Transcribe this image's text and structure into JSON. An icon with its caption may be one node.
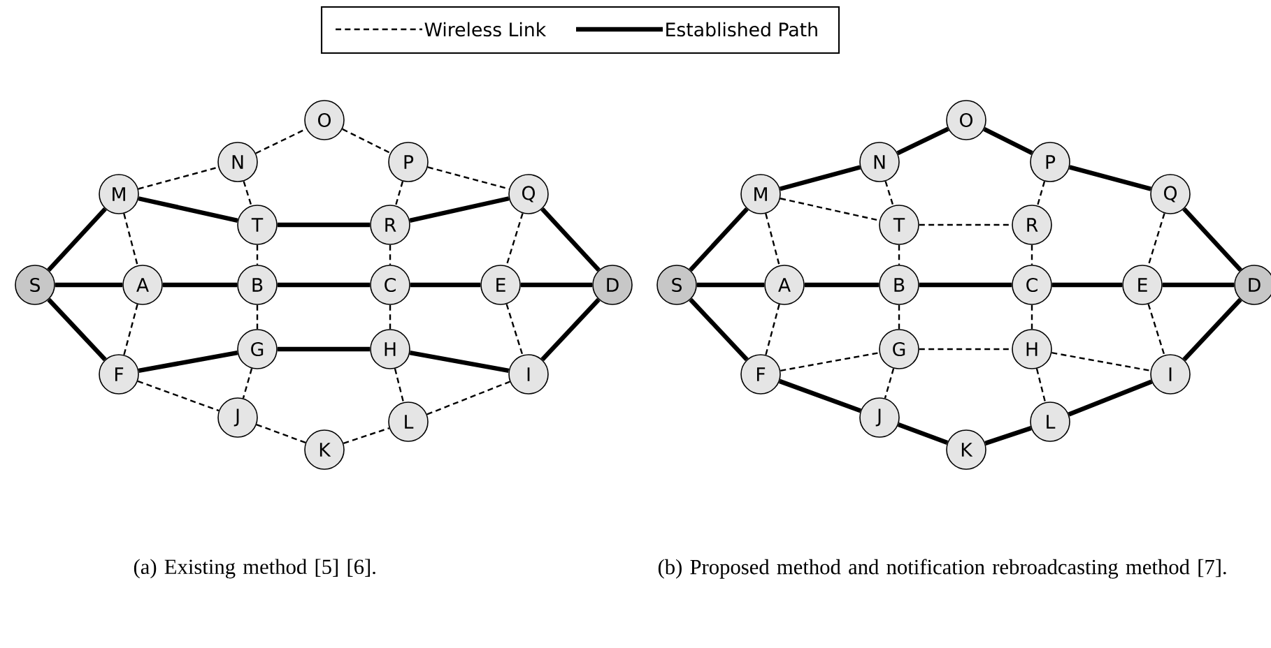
{
  "diagram": {
    "nodes": [
      {
        "text": [
          "O"
        ]
      },
      {
        "text": [
          "N"
        ]
      },
      {
        "text": [
          "P"
        ]
      },
      {
        "text": [
          "M"
        ]
      },
      {
        "text": [
          "Q"
        ]
      },
      {
        "text": [
          "T"
        ]
      },
      {
        "text": [
          "R"
        ]
      },
      {
        "text": [
          "S"
        ]
      },
      {
        "text": [
          "A"
        ]
      },
      {
        "text": [
          "B"
        ]
      },
      {
        "text": [
          "C"
        ]
      },
      {
        "text": [
          "E"
        ]
      },
      {
        "text": [
          "D"
        ]
      },
      {
        "text": [
          "G"
        ]
      },
      {
        "text": [
          "H"
        ]
      },
      {
        "text": [
          "F"
        ]
      },
      {
        "text": [
          "I"
        ]
      },
      {
        "text": [
          "J"
        ]
      },
      {
        "text": [
          "L"
        ]
      },
      {
        "text": [
          "K"
        ]
      },
      {
        "text": [
          "O"
        ]
      },
      {
        "text": [
          "N"
        ]
      },
      {
        "text": [
          "P"
        ]
      },
      {
        "text": [
          "M"
        ]
      },
      {
        "text": [
          "Q"
        ]
      },
      {
        "text": [
          "T"
        ]
      },
      {
        "text": [
          "R"
        ]
      },
      {
        "text": [
          "S"
        ]
      },
      {
        "text": [
          "A"
        ]
      },
      {
        "text": [
          "B"
        ]
      },
      {
        "text": [
          "C"
        ]
      },
      {
        "text": [
          "E"
        ]
      },
      {
        "text": [
          "D"
        ]
      },
      {
        "text": [
          "G"
        ]
      },
      {
        "text": [
          "H"
        ]
      },
      {
        "text": [
          "F"
        ]
      },
      {
        "text": [
          "I"
        ]
      },
      {
        "text": [
          "J"
        ]
      },
      {
        "text": [
          "L"
        ]
      },
      {
        "text": [
          "K"
        ]
      }
    ],
    "edges": [
      {
        "from": 1,
        "to": 0,
        "arrow": "none",
        "style": "dashed"
      },
      {
        "from": 0,
        "to": 2,
        "arrow": "none",
        "style": "dashed"
      },
      {
        "from": 3,
        "to": 1,
        "arrow": "none",
        "style": "dashed"
      },
      {
        "from": 2,
        "to": 4,
        "arrow": "none",
        "style": "dashed"
      },
      {
        "from": 1,
        "to": 5,
        "arrow": "none",
        "style": "dashed"
      },
      {
        "from": 2,
        "to": 6,
        "arrow": "none",
        "style": "dashed"
      },
      {
        "from": 7,
        "to": 3,
        "arrow": "none",
        "style": "thick"
      },
      {
        "from": 3,
        "to": 5,
        "arrow": "none",
        "style": "thick"
      },
      {
        "from": 5,
        "to": 6,
        "arrow": "none",
        "style": "thick"
      },
      {
        "from": 6,
        "to": 4,
        "arrow": "none",
        "style": "thick"
      },
      {
        "from": 4,
        "to": 12,
        "arrow": "none",
        "style": "thick"
      },
      {
        "from": 3,
        "to": 8,
        "arrow": "none",
        "style": "dashed"
      },
      {
        "from": 5,
        "to": 9,
        "arrow": "none",
        "style": "dashed"
      },
      {
        "from": 6,
        "to": 10,
        "arrow": "none",
        "style": "dashed"
      },
      {
        "from": 4,
        "to": 11,
        "arrow": "none",
        "style": "dashed"
      },
      {
        "from": 7,
        "to": 8,
        "arrow": "none",
        "style": "thick"
      },
      {
        "from": 8,
        "to": 9,
        "arrow": "none",
        "style": "thick"
      },
      {
        "from": 9,
        "to": 10,
        "arrow": "none",
        "style": "thick"
      },
      {
        "from": 10,
        "to": 11,
        "arrow": "none",
        "style": "thick"
      },
      {
        "from": 11,
        "to": 12,
        "arrow": "none",
        "style": "thick"
      },
      {
        "from": 8,
        "to": 15,
        "arrow": "none",
        "style": "dashed"
      },
      {
        "from": 9,
        "to": 13,
        "arrow": "none",
        "style": "dashed"
      },
      {
        "from": 10,
        "to": 14,
        "arrow": "none",
        "style": "dashed"
      },
      {
        "from": 11,
        "to": 16,
        "arrow": "none",
        "style": "dashed"
      },
      {
        "from": 7,
        "to": 15,
        "arrow": "none",
        "style": "thick"
      },
      {
        "from": 15,
        "to": 13,
        "arrow": "none",
        "style": "thick"
      },
      {
        "from": 13,
        "to": 14,
        "arrow": "none",
        "style": "thick"
      },
      {
        "from": 14,
        "to": 16,
        "arrow": "none",
        "style": "thick"
      },
      {
        "from": 16,
        "to": 12,
        "arrow": "none",
        "style": "thick"
      },
      {
        "from": 13,
        "to": 17,
        "arrow": "none",
        "style": "dashed"
      },
      {
        "from": 14,
        "to": 18,
        "arrow": "none",
        "style": "dashed"
      },
      {
        "from": 15,
        "to": 17,
        "arrow": "none",
        "style": "dashed"
      },
      {
        "from": 17,
        "to": 19,
        "arrow": "none",
        "style": "dashed"
      },
      {
        "from": 19,
        "to": 18,
        "arrow": "none",
        "style": "dashed"
      },
      {
        "from": 18,
        "to": 16,
        "arrow": "none",
        "style": "dashed"
      },
      {
        "from": 21,
        "to": 20,
        "arrow": "none",
        "style": "thick"
      },
      {
        "from": 20,
        "to": 22,
        "arrow": "none",
        "style": "thick"
      },
      {
        "from": 23,
        "to": 21,
        "arrow": "none",
        "style": "thick"
      },
      {
        "from": 22,
        "to": 24,
        "arrow": "none",
        "style": "thick"
      },
      {
        "from": 21,
        "to": 25,
        "arrow": "none",
        "style": "dashed"
      },
      {
        "from": 22,
        "to": 26,
        "arrow": "none",
        "style": "dashed"
      },
      {
        "from": 27,
        "to": 23,
        "arrow": "none",
        "style": "thick"
      },
      {
        "from": 23,
        "to": 25,
        "arrow": "none",
        "style": "dashed"
      },
      {
        "from": 25,
        "to": 26,
        "arrow": "none",
        "style": "dashed"
      },
      {
        "from": 24,
        "to": 32,
        "arrow": "none",
        "style": "thick"
      },
      {
        "from": 23,
        "to": 28,
        "arrow": "none",
        "style": "dashed"
      },
      {
        "from": 25,
        "to": 29,
        "arrow": "none",
        "style": "dashed"
      },
      {
        "from": 26,
        "to": 30,
        "arrow": "none",
        "style": "dashed"
      },
      {
        "from": 24,
        "to": 31,
        "arrow": "none",
        "style": "dashed"
      },
      {
        "from": 27,
        "to": 28,
        "arrow": "none",
        "style": "thick"
      },
      {
        "from": 28,
        "to": 29,
        "arrow": "none",
        "style": "thick"
      },
      {
        "from": 29,
        "to": 30,
        "arrow": "none",
        "style": "thick"
      },
      {
        "from": 30,
        "to": 31,
        "arrow": "none",
        "style": "thick"
      },
      {
        "from": 31,
        "to": 32,
        "arrow": "none",
        "style": "thick"
      },
      {
        "from": 28,
        "to": 35,
        "arrow": "none",
        "style": "dashed"
      },
      {
        "from": 29,
        "to": 33,
        "arrow": "none",
        "style": "dashed"
      },
      {
        "from": 30,
        "to": 34,
        "arrow": "none",
        "style": "dashed"
      },
      {
        "from": 31,
        "to": 36,
        "arrow": "none",
        "style": "dashed"
      },
      {
        "from": 27,
        "to": 35,
        "arrow": "none",
        "style": "thick"
      },
      {
        "from": 35,
        "to": 33,
        "arrow": "none",
        "style": "dashed"
      },
      {
        "from": 33,
        "to": 34,
        "arrow": "none",
        "style": "dashed"
      },
      {
        "from": 34,
        "to": 36,
        "arrow": "none",
        "style": "dashed"
      },
      {
        "from": 36,
        "to": 32,
        "arrow": "none",
        "style": "thick"
      },
      {
        "from": 33,
        "to": 37,
        "arrow": "none",
        "style": "dashed"
      },
      {
        "from": 34,
        "to": 38,
        "arrow": "none",
        "style": "dashed"
      },
      {
        "from": 35,
        "to": 37,
        "arrow": "none",
        "style": "thick"
      },
      {
        "from": 37,
        "to": 39,
        "arrow": "none",
        "style": "thick"
      },
      {
        "from": 39,
        "to": 38,
        "arrow": "none",
        "style": "thick"
      },
      {
        "from": 38,
        "to": 36,
        "arrow": "none",
        "style": "thick"
      }
    ],
    "labels": [
      "(a) Existing method [5] [6].",
      "(b) Proposed method and notification rebroadcasting method [7]."
    ],
    "legend": [
      {
        "text": "Wireless Link"
      },
      {
        "text": "Established Path"
      }
    ]
  }
}
